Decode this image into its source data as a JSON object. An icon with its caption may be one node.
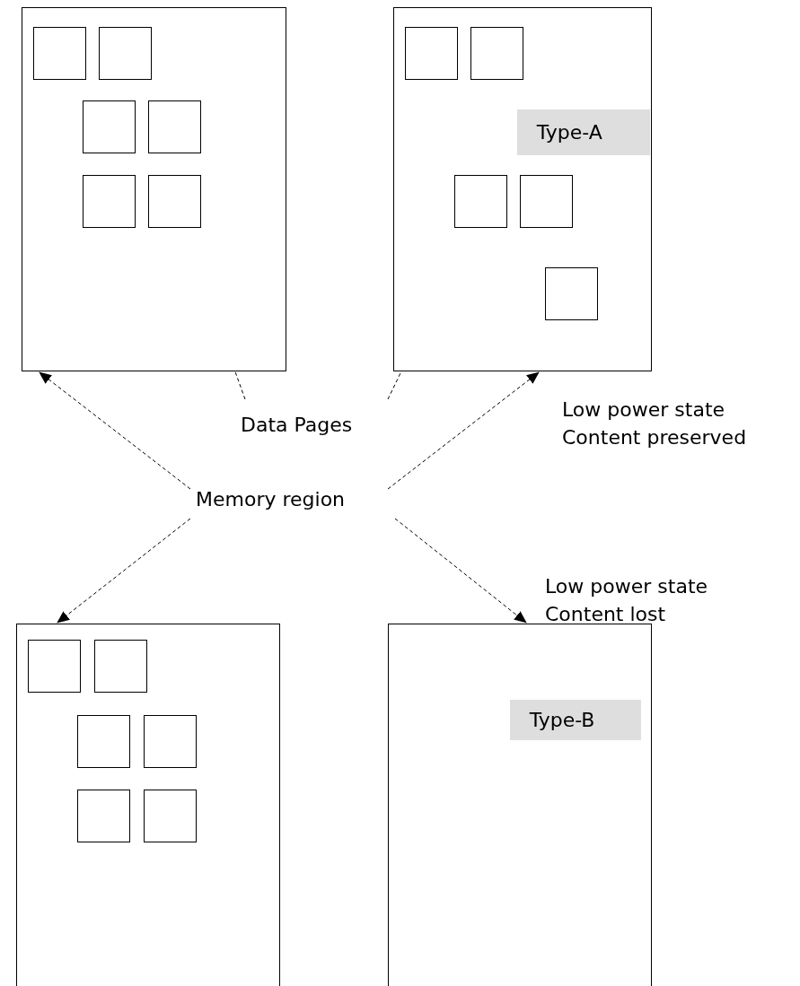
{
  "diagram": {
    "nodes": [
      {
        "text": [],
        "shape": "box"
      },
      {
        "text": [],
        "shape": "box",
        "in": 0
      },
      {
        "text": [],
        "shape": "box",
        "in": 0
      },
      {
        "text": [],
        "shape": "box",
        "in": 0
      },
      {
        "text": [],
        "shape": "box",
        "in": 0
      },
      {
        "text": [],
        "shape": "box",
        "in": 0
      },
      {
        "text": [],
        "shape": "box",
        "in": 0
      },
      {
        "text": [],
        "shape": "box"
      },
      {
        "text": [],
        "shape": "box",
        "in": 7
      },
      {
        "text": [],
        "shape": "box",
        "in": 7
      },
      {
        "text": [
          "Type-A"
        ],
        "in": 7
      },
      {
        "text": [],
        "shape": "box",
        "in": 7
      },
      {
        "text": [],
        "shape": "box",
        "in": 7
      },
      {
        "text": [],
        "shape": "box",
        "in": 7
      },
      {
        "text": [
          "Data Pages"
        ]
      },
      {
        "text": [
          "Memory region"
        ]
      },
      {
        "text": [],
        "shape": "box"
      },
      {
        "text": [],
        "shape": "box",
        "in": 16
      },
      {
        "text": [],
        "shape": "box",
        "in": 16
      },
      {
        "text": [],
        "shape": "box",
        "in": 16
      },
      {
        "text": [],
        "shape": "box",
        "in": 16
      },
      {
        "text": [],
        "shape": "box",
        "in": 16
      },
      {
        "text": [],
        "shape": "box",
        "in": 16
      },
      {
        "text": [],
        "shape": "box"
      },
      {
        "text": [
          "Type-B"
        ],
        "in": 23
      }
    ],
    "edges": [
      {
        "from": 14,
        "to": 6,
        "arrow": "to",
        "style": "dashed"
      },
      {
        "from": 14,
        "to": 11,
        "arrow": "to",
        "style": "dashed"
      },
      {
        "from": 15,
        "to": 0,
        "arrow": "to",
        "style": "dashed"
      },
      {
        "from": 15,
        "to": 7,
        "arrow": "to",
        "style": "dashed"
      },
      {
        "from": 15,
        "to": 16,
        "arrow": "to",
        "style": "dashed"
      },
      {
        "from": 15,
        "to": 23,
        "arrow": "to",
        "style": "dashed"
      }
    ],
    "labels": [
      "Low power state Content preserved",
      "Low power state Content lost"
    ]
  }
}
